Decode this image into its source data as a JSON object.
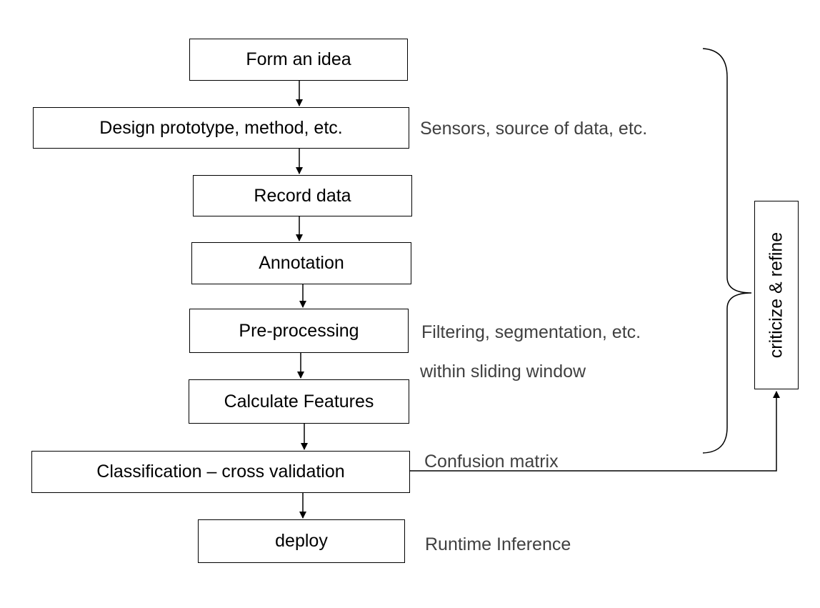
{
  "steps": {
    "idea": "Form an idea",
    "design": "Design prototype, method, etc.",
    "record": "Record data",
    "annotation": "Annotation",
    "preprocessing": "Pre-processing",
    "features": "Calculate Features",
    "classification": "Classification – cross validation",
    "deploy": "deploy"
  },
  "notes": {
    "design": "Sensors, source of data, etc.",
    "preprocessing": "Filtering, segmentation, etc.",
    "window": "within sliding window",
    "confusion": "Confusion matrix",
    "runtime": "Runtime Inference"
  },
  "feedback": {
    "label": "criticize & refine"
  }
}
